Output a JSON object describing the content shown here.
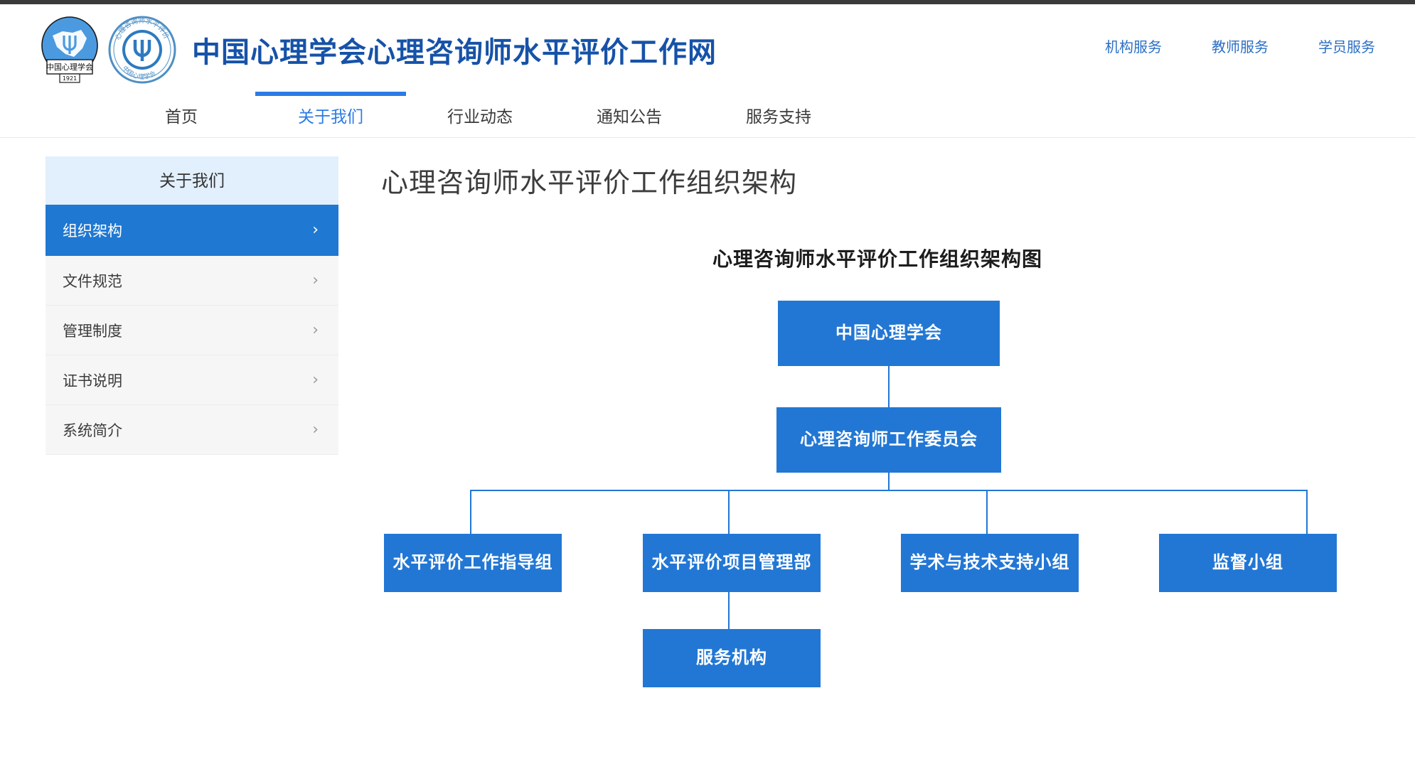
{
  "site": {
    "title": "中国心理学会心理咨询师水平评价工作网",
    "logo1_label": "中国心理学会",
    "logo1_year": "1921",
    "logo2_symbol": "Ψ"
  },
  "header_links": [
    {
      "label": "机构服务"
    },
    {
      "label": "教师服务"
    },
    {
      "label": "学员服务"
    }
  ],
  "nav": [
    {
      "label": "首页",
      "active": false
    },
    {
      "label": "关于我们",
      "active": true
    },
    {
      "label": "行业动态",
      "active": false
    },
    {
      "label": "通知公告",
      "active": false
    },
    {
      "label": "服务支持",
      "active": false
    }
  ],
  "sidebar": {
    "header": "关于我们",
    "items": [
      {
        "label": "组织架构",
        "active": true,
        "chevron": "›"
      },
      {
        "label": "文件规范",
        "active": false,
        "chevron": "›"
      },
      {
        "label": "管理制度",
        "active": false,
        "chevron": "›"
      },
      {
        "label": "证书说明",
        "active": false,
        "chevron": "›"
      },
      {
        "label": "系统简介",
        "active": false,
        "chevron": "›"
      }
    ]
  },
  "content": {
    "title": "心理咨询师水平评价工作组织架构",
    "chart_title": "心理咨询师水平评价工作组织架构图"
  },
  "org_chart": {
    "level1": {
      "label": "中国心理学会"
    },
    "level2": {
      "label": "心理咨询师工作委员会"
    },
    "level3": [
      {
        "label": "水平评价工作指导组"
      },
      {
        "label": "水平评价项目管理部"
      },
      {
        "label": "学术与技术支持小组"
      },
      {
        "label": "监督小组"
      }
    ],
    "level4": [
      {
        "label": "服务机构",
        "parent": "水平评价项目管理部"
      }
    ]
  },
  "colors": {
    "brand_blue": "#1652a8",
    "accent_blue": "#2c7be5",
    "box_blue": "#2277d4",
    "sidebar_active": "#1f78d1",
    "sidebar_head_bg": "#e2effc",
    "sidebar_item_bg": "#f6f6f6"
  }
}
